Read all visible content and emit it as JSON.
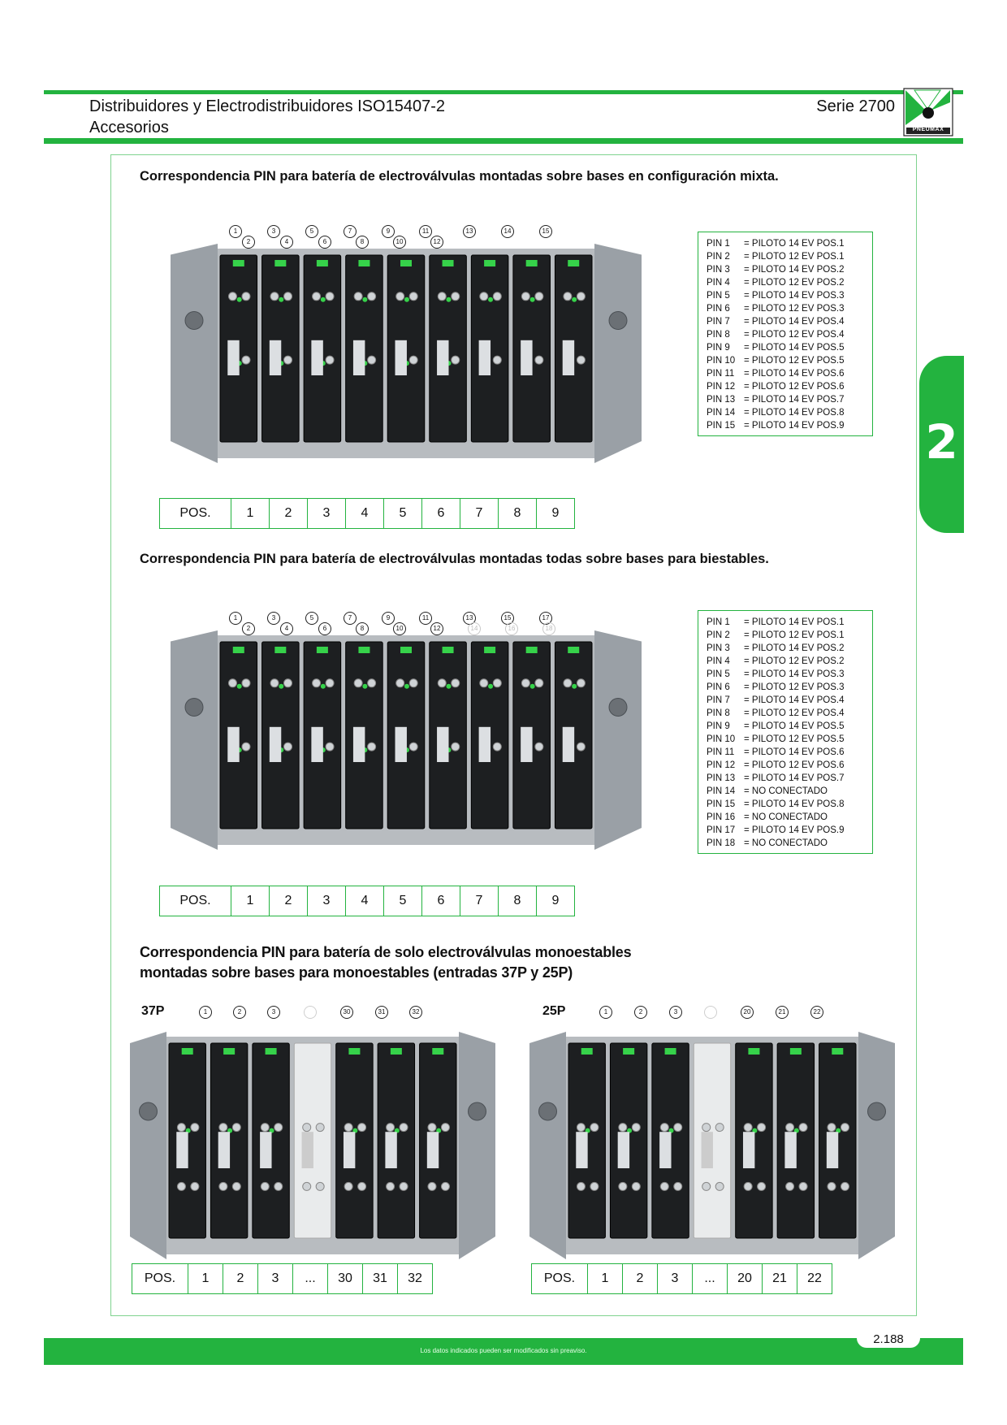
{
  "header": {
    "title": "Distribuidores y Electrodistribuidores ISO15407-2",
    "subtitle": "Accesorios",
    "series": "Serie 2700",
    "logo_text": "PNEUMAX"
  },
  "side_tab": {
    "number": "2"
  },
  "section1": {
    "title": "Correspondencia  PIN para batería de electroválvulas montadas sobre bases en configuración mixta.",
    "pins_top": [
      "1",
      "3",
      "5",
      "7",
      "9",
      "11",
      "13",
      "14",
      "15"
    ],
    "pins_bottom": [
      "2",
      "4",
      "6",
      "8",
      "10",
      "12"
    ],
    "pin_map": [
      {
        "pin": "PIN 1",
        "desc": "= PILOTO 14 EV POS.1"
      },
      {
        "pin": "PIN 2",
        "desc": "= PILOTO 12 EV POS.1"
      },
      {
        "pin": "PIN 3",
        "desc": "= PILOTO 14 EV POS.2"
      },
      {
        "pin": "PIN 4",
        "desc": "= PILOTO 12 EV POS.2"
      },
      {
        "pin": "PIN 5",
        "desc": "= PILOTO 14 EV POS.3"
      },
      {
        "pin": "PIN 6",
        "desc": "= PILOTO 12 EV POS.3"
      },
      {
        "pin": "PIN 7",
        "desc": "= PILOTO 14 EV POS.4"
      },
      {
        "pin": "PIN 8",
        "desc": "= PILOTO 12 EV POS.4"
      },
      {
        "pin": "PIN 9",
        "desc": "= PILOTO 14 EV POS.5"
      },
      {
        "pin": "PIN 10",
        "desc": "= PILOTO 12 EV POS.5"
      },
      {
        "pin": "PIN 11",
        "desc": "= PILOTO 14 EV POS.6"
      },
      {
        "pin": "PIN 12",
        "desc": "= PILOTO 12 EV POS.6"
      },
      {
        "pin": "PIN 13",
        "desc": "= PILOTO 14 EV POS.7"
      },
      {
        "pin": "PIN 14",
        "desc": "= PILOTO 14 EV POS.8"
      },
      {
        "pin": "PIN 15",
        "desc": "= PILOTO 14 EV POS.9"
      }
    ],
    "pos_row": [
      "POS.",
      "1",
      "2",
      "3",
      "4",
      "5",
      "6",
      "7",
      "8",
      "9"
    ]
  },
  "section2": {
    "title": "Correspondencia PIN para batería de electroválvulas montadas todas sobre bases para biestables.",
    "pins_top": [
      "1",
      "3",
      "5",
      "7",
      "9",
      "11",
      "13",
      "15",
      "17"
    ],
    "pins_bottom": [
      "2",
      "4",
      "6",
      "8",
      "10",
      "12",
      "14",
      "16",
      "18"
    ],
    "pin_map": [
      {
        "pin": "PIN 1",
        "desc": "= PILOTO 14 EV POS.1"
      },
      {
        "pin": "PIN 2",
        "desc": "= PILOTO 12 EV POS.1"
      },
      {
        "pin": "PIN 3",
        "desc": "= PILOTO 14 EV POS.2"
      },
      {
        "pin": "PIN 4",
        "desc": "= PILOTO 12 EV POS.2"
      },
      {
        "pin": "PIN 5",
        "desc": "= PILOTO 14 EV POS.3"
      },
      {
        "pin": "PIN 6",
        "desc": "= PILOTO 12 EV POS.3"
      },
      {
        "pin": "PIN 7",
        "desc": "= PILOTO 14 EV POS.4"
      },
      {
        "pin": "PIN 8",
        "desc": "= PILOTO 12 EV POS.4"
      },
      {
        "pin": "PIN 9",
        "desc": "= PILOTO 14 EV POS.5"
      },
      {
        "pin": "PIN 10",
        "desc": "= PILOTO 12 EV POS.5"
      },
      {
        "pin": "PIN 11",
        "desc": "= PILOTO 14 EV POS.6"
      },
      {
        "pin": "PIN 12",
        "desc": "= PILOTO 12 EV POS.6"
      },
      {
        "pin": "PIN 13",
        "desc": "= PILOTO 14 EV POS.7"
      },
      {
        "pin": "PIN 14",
        "desc": "= NO CONECTADO"
      },
      {
        "pin": "PIN 15",
        "desc": "= PILOTO 14 EV POS.8"
      },
      {
        "pin": "PIN 16",
        "desc": "= NO CONECTADO"
      },
      {
        "pin": "PIN 17",
        "desc": "= PILOTO 14 EV POS.9"
      },
      {
        "pin": "PIN 18",
        "desc": "= NO CONECTADO"
      }
    ],
    "pos_row": [
      "POS.",
      "1",
      "2",
      "3",
      "4",
      "5",
      "6",
      "7",
      "8",
      "9"
    ]
  },
  "section3": {
    "title_line1": "Correspondencia PIN para batería de solo electroválvulas monoestables",
    "title_line2": "montadas sobre bases para monoestables (entradas 37P y 25P)",
    "group_37p": {
      "label": "37P",
      "pins": [
        "1",
        "2",
        "3",
        "",
        "30",
        "31",
        "32"
      ],
      "pos_row": [
        "POS.",
        "1",
        "2",
        "3",
        "...",
        "30",
        "31",
        "32"
      ]
    },
    "group_25p": {
      "label": "25P",
      "pins": [
        "1",
        "2",
        "3",
        "",
        "20",
        "21",
        "22"
      ],
      "pos_row": [
        "POS.",
        "1",
        "2",
        "3",
        "...",
        "20",
        "21",
        "22"
      ]
    }
  },
  "footer": {
    "note": "Los datos indicados pueden ser modificados sin preaviso.",
    "page": "2.188"
  }
}
